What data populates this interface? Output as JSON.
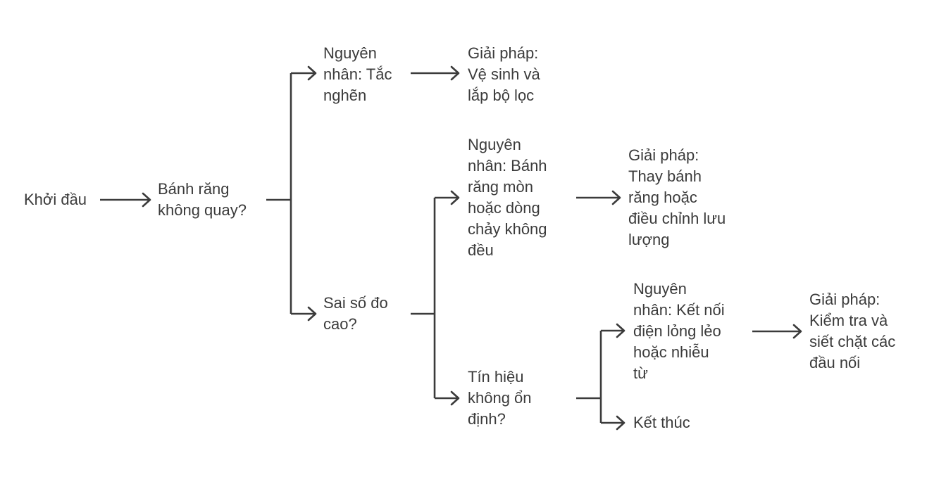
{
  "diagram": {
    "nodes": {
      "start": {
        "lines": [
          "Khởi đầu"
        ]
      },
      "q_gear": {
        "lines": [
          "Bánh răng",
          "không quay?"
        ]
      },
      "cause_block": {
        "lines": [
          "Nguyên",
          "nhân: Tắc",
          "nghẽn"
        ]
      },
      "sol_filter": {
        "lines": [
          "Giải pháp:",
          "Vệ sinh và",
          "lắp bộ lọc"
        ]
      },
      "q_error": {
        "lines": [
          "Sai số đo",
          "cao?"
        ]
      },
      "cause_wear": {
        "lines": [
          "Nguyên",
          "nhân: Bánh",
          "răng mòn",
          "hoặc dòng",
          "chảy không",
          "đều"
        ]
      },
      "sol_replace": {
        "lines": [
          "Giải pháp:",
          "Thay bánh",
          "răng hoặc",
          "điều chỉnh lưu",
          "lượng"
        ]
      },
      "q_signal": {
        "lines": [
          "Tín hiệu",
          "không ổn",
          "định?"
        ]
      },
      "cause_conn": {
        "lines": [
          "Nguyên",
          "nhân: Kết nối",
          "điện lỏng lẻo",
          "hoặc nhiễu",
          "từ"
        ]
      },
      "sol_check": {
        "lines": [
          "Giải pháp:",
          "Kiểm tra và",
          "siết chặt các",
          "đầu nối"
        ]
      },
      "end": {
        "lines": [
          "Kết thúc"
        ]
      }
    },
    "edges": [
      [
        "start",
        "q_gear"
      ],
      [
        "q_gear",
        "cause_block"
      ],
      [
        "q_gear",
        "q_error"
      ],
      [
        "cause_block",
        "sol_filter"
      ],
      [
        "q_error",
        "cause_wear"
      ],
      [
        "q_error",
        "q_signal"
      ],
      [
        "cause_wear",
        "sol_replace"
      ],
      [
        "q_signal",
        "cause_conn"
      ],
      [
        "q_signal",
        "end"
      ],
      [
        "cause_conn",
        "sol_check"
      ]
    ]
  }
}
